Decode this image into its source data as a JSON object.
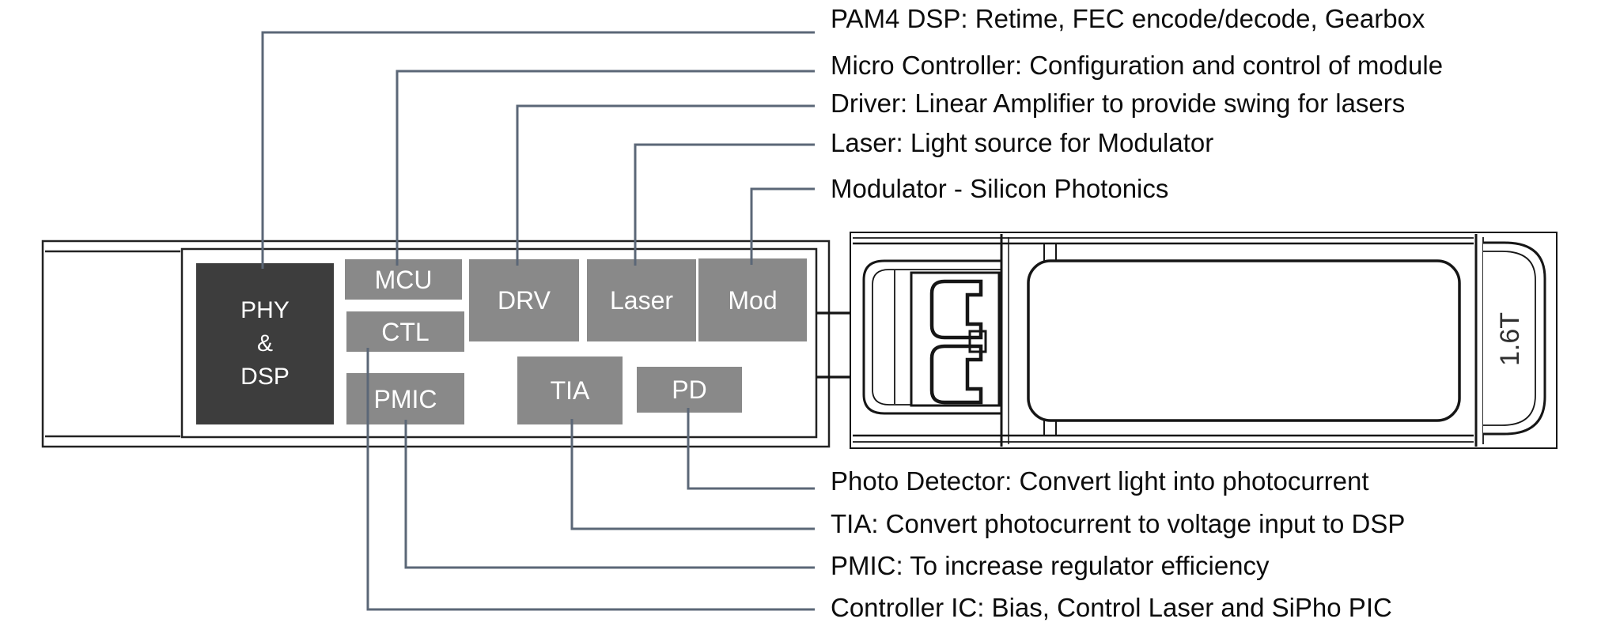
{
  "colors": {
    "block_gray": "#898989",
    "block_dark": "#3d3d3d",
    "leader_line": "#5b6777",
    "outline_black": "#1a1a1a",
    "label_text": "#0d0d0d"
  },
  "module": {
    "blocks": [
      {
        "id": "phy-dsp",
        "label": "PHY\n&\nDSP"
      },
      {
        "id": "mcu",
        "label": "MCU"
      },
      {
        "id": "ctl",
        "label": "CTL"
      },
      {
        "id": "pmic",
        "label": "PMIC"
      },
      {
        "id": "drv",
        "label": "DRV"
      },
      {
        "id": "laser",
        "label": "Laser"
      },
      {
        "id": "mod",
        "label": "Mod"
      },
      {
        "id": "tia",
        "label": "TIA"
      },
      {
        "id": "pd",
        "label": "PD"
      }
    ]
  },
  "callouts_top": [
    {
      "text": "PAM4 DSP: Retime, FEC encode/decode, Gearbox",
      "target": "PHY & DSP"
    },
    {
      "text": "Micro Controller: Configuration and control of module",
      "target": "MCU"
    },
    {
      "text": "Driver: Linear Amplifier to provide swing for lasers",
      "target": "DRV"
    },
    {
      "text": "Laser: Light source for Modulator",
      "target": "Laser"
    },
    {
      "text": "Modulator - Silicon Photonics",
      "target": "Mod"
    }
  ],
  "callouts_bottom": [
    {
      "text": "Photo Detector: Convert light into photocurrent",
      "target": "PD"
    },
    {
      "text": "TIA: Convert photocurrent to voltage input to DSP",
      "target": "TIA"
    },
    {
      "text": "PMIC: To increase regulator efficiency",
      "target": "PMIC"
    },
    {
      "text": "Controller IC: Bias, Control Laser and SiPho PIC",
      "target": "CTL"
    }
  ],
  "transceiver": {
    "badge": "1.6T"
  }
}
